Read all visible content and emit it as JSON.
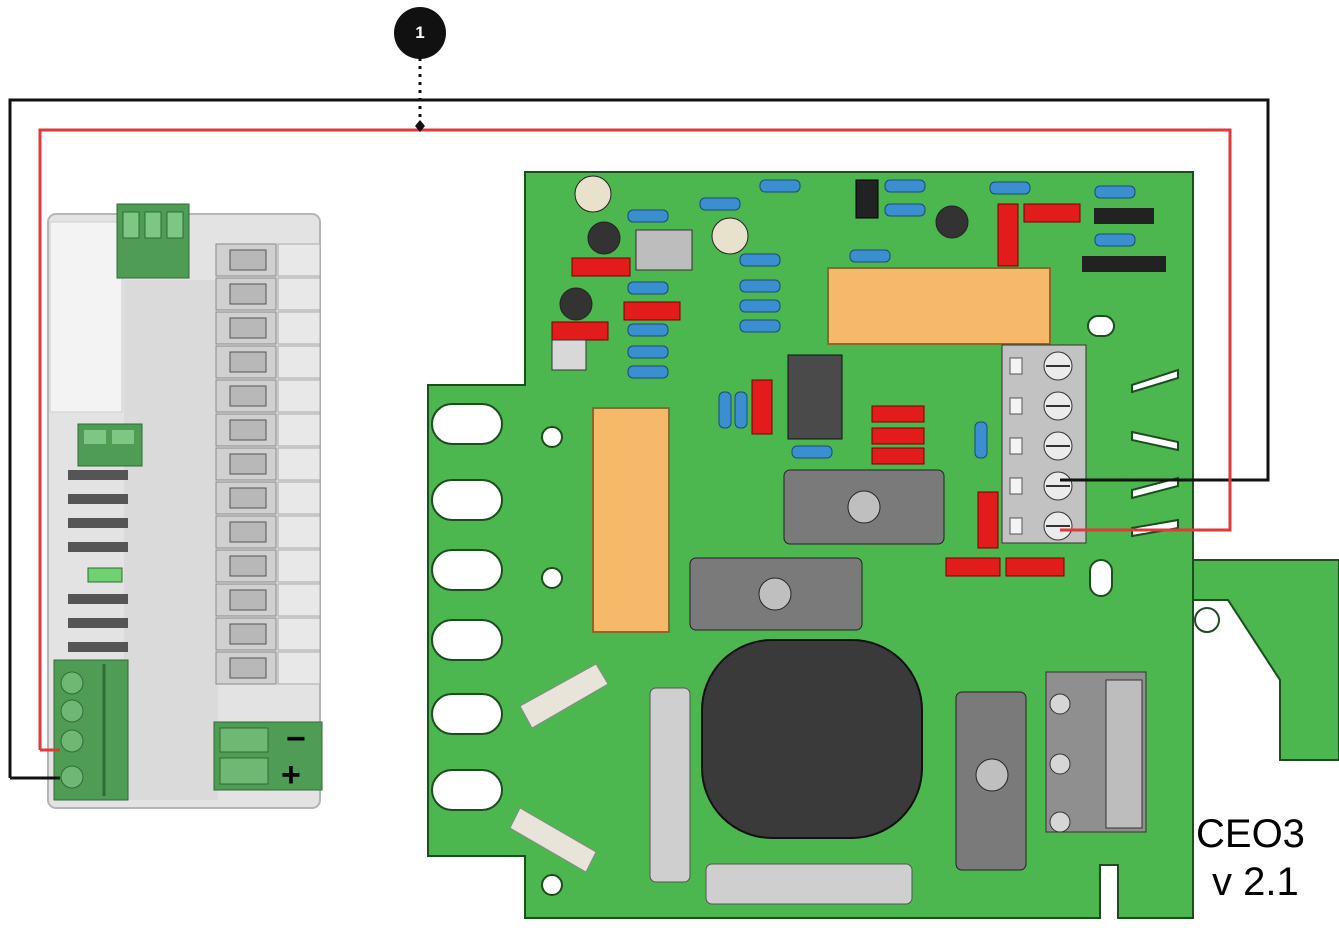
{
  "callout": {
    "number": "1"
  },
  "board": {
    "name": "CEO3",
    "version": "v 2.1"
  },
  "wires": [
    {
      "name": "black-wire",
      "color": "#111111"
    },
    {
      "name": "red-wire",
      "color": "#e23a3a"
    }
  ],
  "colors": {
    "pcb_green": "#4cb64f",
    "module_gray": "#d8d8d8",
    "terminal_green": "#4f9d55",
    "relay_orange": "#f6b969",
    "resistor_blue": "#3b8fd0",
    "chip_red": "#e21b1b"
  },
  "module": {
    "minus_label": "−",
    "plus_label": "+"
  }
}
